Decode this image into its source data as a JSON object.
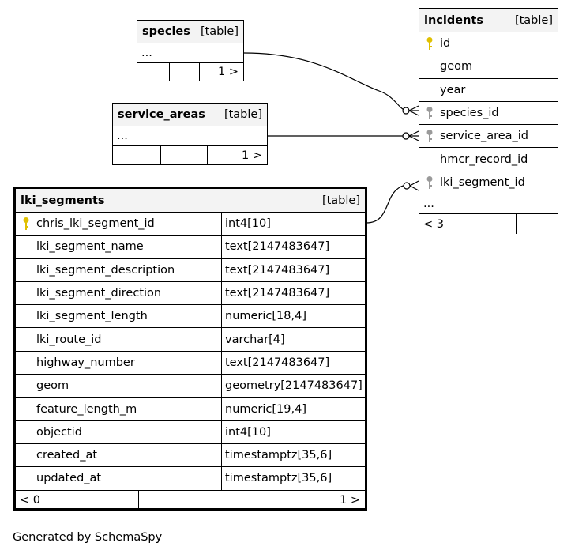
{
  "species": {
    "name": "species",
    "kind": "[table]",
    "ellipsis": "...",
    "foot_right": "1 >"
  },
  "service_areas": {
    "name": "service_areas",
    "kind": "[table]",
    "ellipsis": "...",
    "foot_right": "1 >"
  },
  "incidents": {
    "name": "incidents",
    "kind": "[table]",
    "columns": [
      {
        "name": "id",
        "key": "primary"
      },
      {
        "name": "geom",
        "key": "none"
      },
      {
        "name": "year",
        "key": "none"
      },
      {
        "name": "species_id",
        "key": "foreign"
      },
      {
        "name": "service_area_id",
        "key": "foreign"
      },
      {
        "name": "hmcr_record_id",
        "key": "none"
      },
      {
        "name": "lki_segment_id",
        "key": "foreign"
      }
    ],
    "ellipsis": "...",
    "foot_left": "< 3"
  },
  "lki_segments": {
    "name": "lki_segments",
    "kind": "[table]",
    "columns": [
      {
        "name": "chris_lki_segment_id",
        "type": "int4[10]",
        "key": "primary"
      },
      {
        "name": "lki_segment_name",
        "type": "text[2147483647]",
        "key": "none"
      },
      {
        "name": "lki_segment_description",
        "type": "text[2147483647]",
        "key": "none"
      },
      {
        "name": "lki_segment_direction",
        "type": "text[2147483647]",
        "key": "none"
      },
      {
        "name": "lki_segment_length",
        "type": "numeric[18,4]",
        "key": "none"
      },
      {
        "name": "lki_route_id",
        "type": "varchar[4]",
        "key": "none"
      },
      {
        "name": "highway_number",
        "type": "text[2147483647]",
        "key": "none"
      },
      {
        "name": "geom",
        "type": "geometry[2147483647]",
        "key": "none"
      },
      {
        "name": "feature_length_m",
        "type": "numeric[19,4]",
        "key": "none"
      },
      {
        "name": "objectid",
        "type": "int4[10]",
        "key": "none"
      },
      {
        "name": "created_at",
        "type": "timestamptz[35,6]",
        "key": "none"
      },
      {
        "name": "updated_at",
        "type": "timestamptz[35,6]",
        "key": "none"
      }
    ],
    "foot_left": "< 0",
    "foot_right": "1 >"
  },
  "caption": "Generated by SchemaSpy",
  "colors": {
    "primary_key": "#e0c000",
    "foreign_key": "#9a9a9a",
    "header_bg": "#f3f3f3"
  }
}
